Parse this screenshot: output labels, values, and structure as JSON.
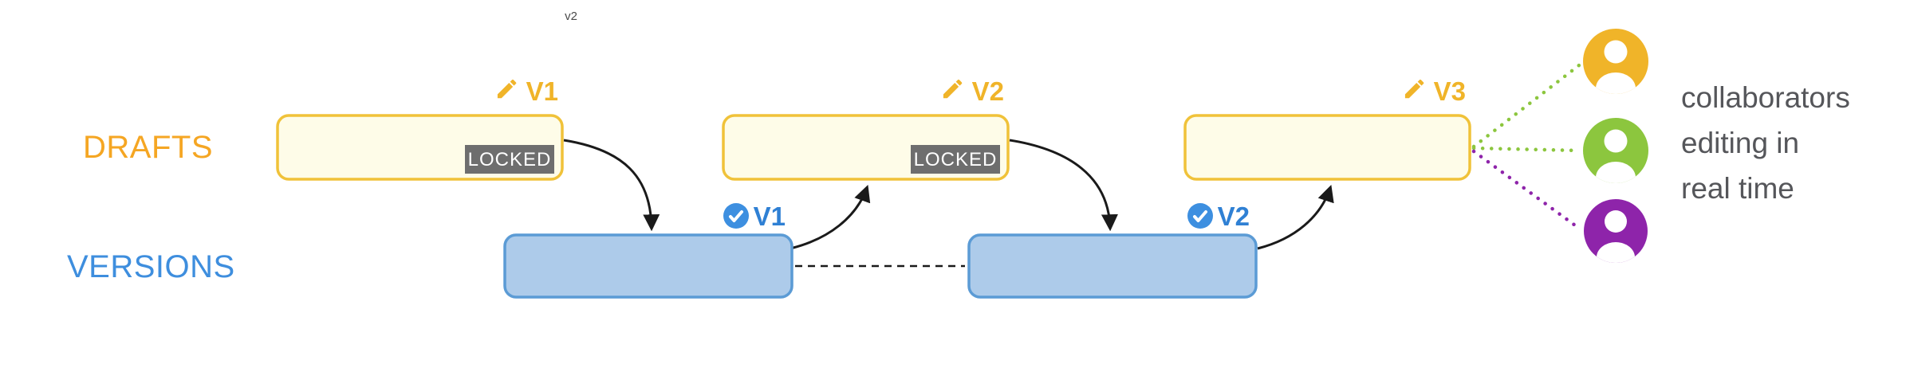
{
  "page": {
    "watermark": "v2"
  },
  "rows": {
    "drafts": {
      "label": "DRAFTS",
      "color": "#F5A623"
    },
    "versions": {
      "label": "VERSIONS",
      "color": "#3E8EDE"
    }
  },
  "drafts": [
    {
      "version": "V1",
      "locked_label": "LOCKED"
    },
    {
      "version": "V2",
      "locked_label": "LOCKED"
    },
    {
      "version": "V3"
    }
  ],
  "versions": [
    {
      "version": "V1"
    },
    {
      "version": "V2"
    }
  ],
  "edges": [
    {
      "from": "draft-v1",
      "to": "version-v1",
      "style": "solid-arrow"
    },
    {
      "from": "version-v1",
      "to": "draft-v2",
      "style": "solid-arrow"
    },
    {
      "from": "draft-v2",
      "to": "version-v2",
      "style": "solid-arrow"
    },
    {
      "from": "version-v2",
      "to": "draft-v3",
      "style": "solid-arrow"
    },
    {
      "from": "version-v1",
      "to": "version-v2",
      "style": "dashed"
    },
    {
      "from": "draft-v3",
      "to": "collaborators",
      "style": "dotted"
    }
  ],
  "collaborators": {
    "lines": [
      "collaborators",
      "editing in",
      "real time"
    ],
    "avatars": [
      {
        "name": "collaborator-yellow",
        "color": "#F0B429"
      },
      {
        "name": "collaborator-green",
        "color": "#8CC63E"
      },
      {
        "name": "collaborator-purple",
        "color": "#8E24AA"
      }
    ]
  },
  "colors": {
    "draft_fill": "#FEFCE8",
    "draft_border": "#F0C239",
    "draft_label": "#F0B429",
    "version_fill": "#ADCBEA",
    "version_border": "#5B9BD5",
    "version_label": "#2F80D4",
    "check_badge": "#3D8FE0",
    "locked_bg": "#6E6E6E",
    "locked_text": "#FFFFFF",
    "arrow": "#1A1A1A",
    "caption_text": "#55565A",
    "link_green": "#8CC63E",
    "link_purple": "#8E24AA"
  }
}
